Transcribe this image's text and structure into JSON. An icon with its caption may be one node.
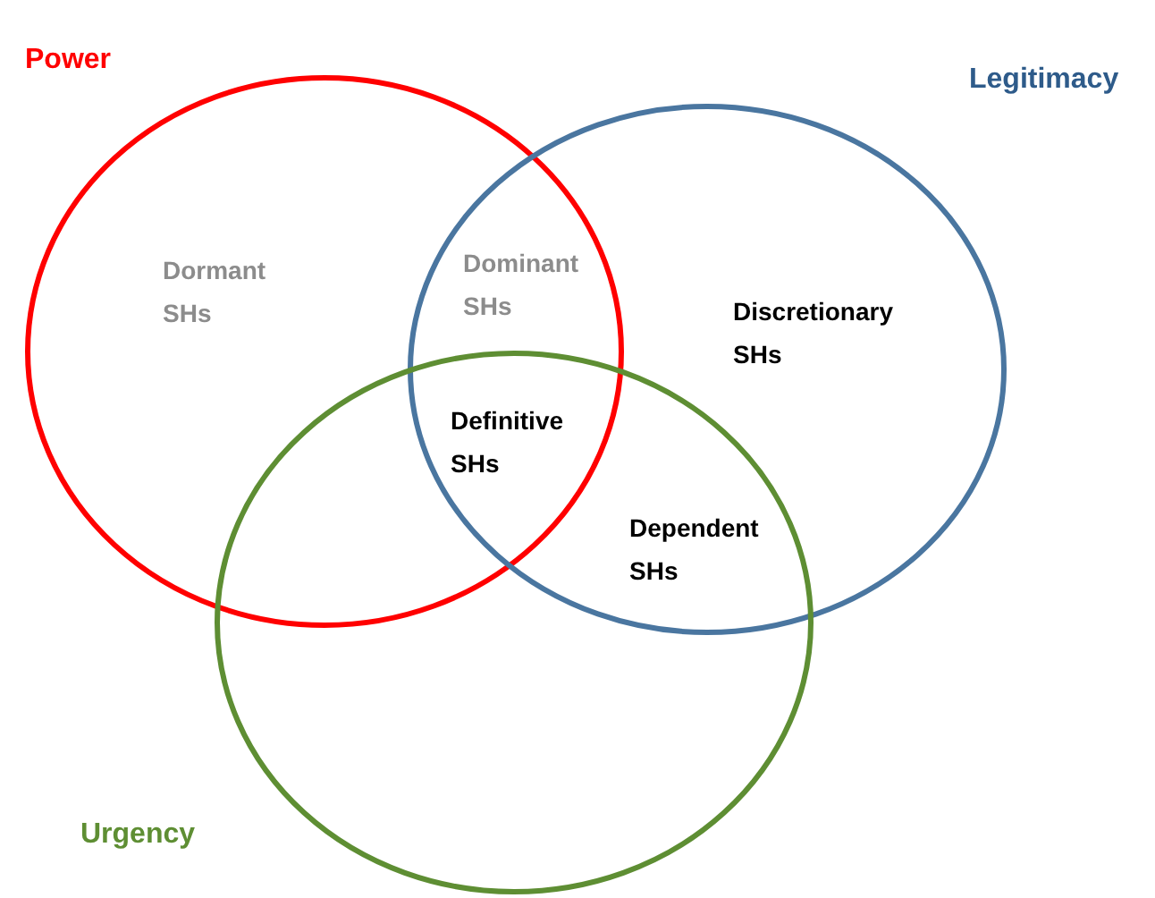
{
  "diagram": {
    "nodes": [
      {
        "text": [
          "Power"
        ]
      },
      {
        "text": [
          "Legitimacy"
        ]
      },
      {
        "text": [
          "Urgency"
        ]
      }
    ],
    "labels": [
      "Dormant SHs",
      "Dominant SHs",
      "Discretionary SHs",
      "Definitive SHs",
      "Dependent SHs"
    ]
  }
}
